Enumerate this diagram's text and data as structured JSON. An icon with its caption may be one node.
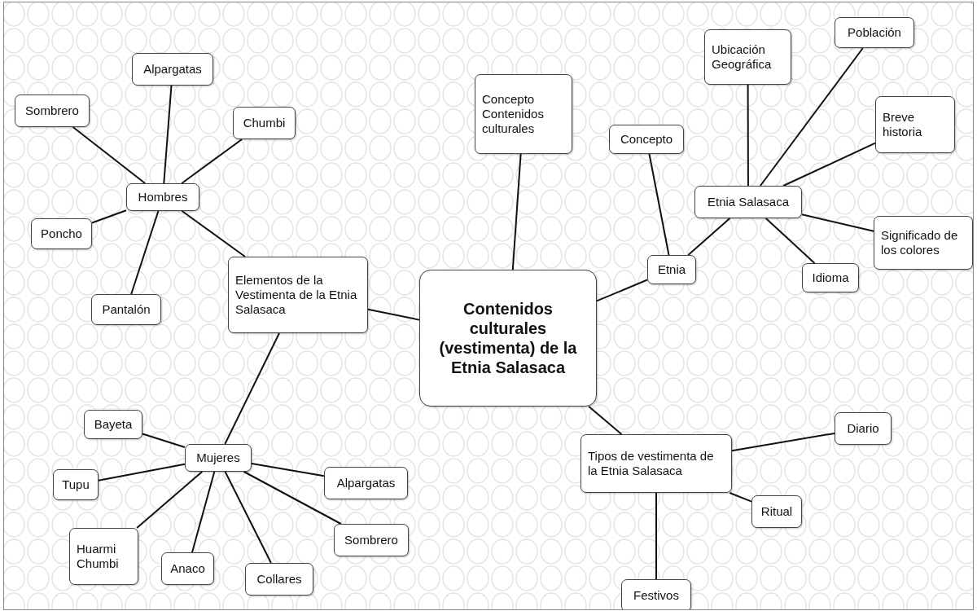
{
  "diagram": {
    "nodes": [
      {
        "text": [
          "Contenidos culturales (vestimenta) de la Etnia Salasaca"
        ]
      },
      {
        "text": [
          "Concepto Contenidos culturales"
        ]
      },
      {
        "text": [
          "Etnia"
        ]
      },
      {
        "text": [
          "Concepto"
        ]
      },
      {
        "text": [
          "Etnia Salasaca"
        ]
      },
      {
        "text": [
          "Ubicación Geográfica"
        ]
      },
      {
        "text": [
          "Población"
        ]
      },
      {
        "text": [
          "Breve historia"
        ]
      },
      {
        "text": [
          "Significado de los colores"
        ]
      },
      {
        "text": [
          "Idioma"
        ]
      },
      {
        "text": [
          "Elementos de la Vestimenta de la Etnia Salasaca"
        ]
      },
      {
        "text": [
          "Hombres"
        ]
      },
      {
        "text": [
          "Alpargatas"
        ]
      },
      {
        "text": [
          "Sombrero"
        ]
      },
      {
        "text": [
          "Chumbi"
        ]
      },
      {
        "text": [
          "Poncho"
        ]
      },
      {
        "text": [
          "Pantalón"
        ]
      },
      {
        "text": [
          "Mujeres"
        ]
      },
      {
        "text": [
          "Bayeta"
        ]
      },
      {
        "text": [
          "Tupu"
        ]
      },
      {
        "text": [
          "Huarmi Chumbi"
        ]
      },
      {
        "text": [
          "Anaco"
        ]
      },
      {
        "text": [
          "Collares"
        ]
      },
      {
        "text": [
          "Sombrero"
        ]
      },
      {
        "text": [
          "Alpargatas"
        ]
      },
      {
        "text": [
          "Tipos de vestimenta de la Etnia Salasaca"
        ]
      },
      {
        "text": [
          "Diario"
        ]
      },
      {
        "text": [
          "Ritual"
        ]
      },
      {
        "text": [
          "Festivos"
        ]
      }
    ],
    "edges": [
      {
        "from": 0,
        "to": 1,
        "arrow": "none"
      },
      {
        "from": 0,
        "to": 2,
        "arrow": "none"
      },
      {
        "from": 2,
        "to": 3,
        "arrow": "none"
      },
      {
        "from": 2,
        "to": 4,
        "arrow": "none"
      },
      {
        "from": 4,
        "to": 5,
        "arrow": "none"
      },
      {
        "from": 4,
        "to": 6,
        "arrow": "none"
      },
      {
        "from": 4,
        "to": 7,
        "arrow": "none"
      },
      {
        "from": 4,
        "to": 8,
        "arrow": "none"
      },
      {
        "from": 4,
        "to": 9,
        "arrow": "none"
      },
      {
        "from": 0,
        "to": 10,
        "arrow": "none"
      },
      {
        "from": 10,
        "to": 11,
        "arrow": "none"
      },
      {
        "from": 11,
        "to": 12,
        "arrow": "none"
      },
      {
        "from": 11,
        "to": 13,
        "arrow": "none"
      },
      {
        "from": 11,
        "to": 14,
        "arrow": "none"
      },
      {
        "from": 11,
        "to": 15,
        "arrow": "none"
      },
      {
        "from": 11,
        "to": 16,
        "arrow": "none"
      },
      {
        "from": 10,
        "to": 17,
        "arrow": "none"
      },
      {
        "from": 17,
        "to": 18,
        "arrow": "none"
      },
      {
        "from": 17,
        "to": 19,
        "arrow": "none"
      },
      {
        "from": 17,
        "to": 20,
        "arrow": "none"
      },
      {
        "from": 17,
        "to": 21,
        "arrow": "none"
      },
      {
        "from": 17,
        "to": 22,
        "arrow": "none"
      },
      {
        "from": 17,
        "to": 23,
        "arrow": "none"
      },
      {
        "from": 17,
        "to": 24,
        "arrow": "none"
      },
      {
        "from": 0,
        "to": 25,
        "arrow": "none"
      },
      {
        "from": 25,
        "to": 26,
        "arrow": "none"
      },
      {
        "from": 25,
        "to": 27,
        "arrow": "none"
      },
      {
        "from": 25,
        "to": 28,
        "arrow": "none"
      }
    ]
  }
}
